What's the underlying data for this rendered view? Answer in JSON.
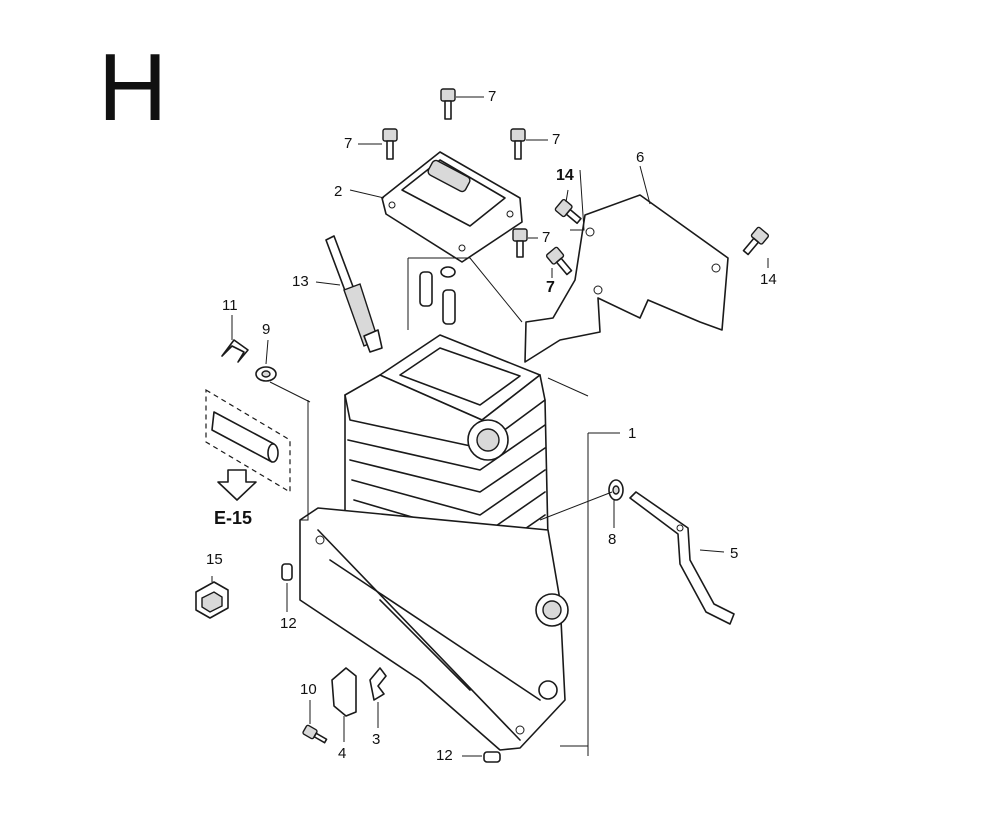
{
  "section_letter": "H",
  "reference": "E-15",
  "callouts": {
    "c1": "1",
    "c2": "2",
    "c3": "3",
    "c4": "4",
    "c5": "5",
    "c6": "6",
    "c7a": "7",
    "c7b": "7",
    "c7c": "7",
    "c7d": "7",
    "c7e": "7",
    "c8": "8",
    "c9": "9",
    "c10": "10",
    "c11": "11",
    "c12a": "12",
    "c12b": "12",
    "c13": "13",
    "c14a": "14",
    "c14b": "14",
    "c15": "15"
  },
  "icons": [
    "arrow-down-icon"
  ]
}
